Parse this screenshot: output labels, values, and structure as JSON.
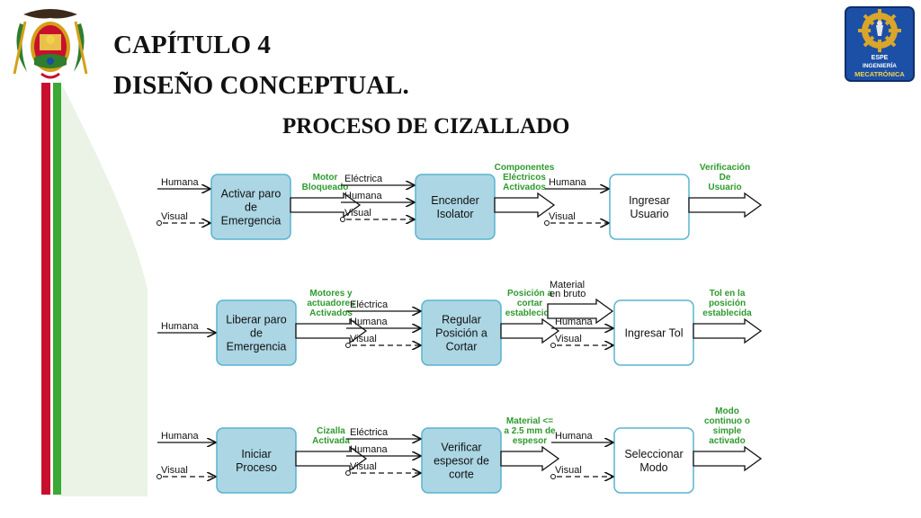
{
  "header": {
    "chapter": "CAPÍTULO 4",
    "subtitle": "DISEÑO CONCEPTUAL.",
    "section": "PROCESO DE CIZALLADO"
  },
  "logo_right": {
    "line1": "ESPE",
    "line2": "INGENIERÍA",
    "line3": "MECATRÓNICA"
  },
  "colors": {
    "stripe_red": "#c8102e",
    "stripe_green": "#3aa935",
    "box_blue": "#acd6e4",
    "box_border": "#5ab4d0",
    "output_green": "#2e9a2e"
  },
  "diagram": {
    "rows": [
      {
        "functions": [
          {
            "label": [
              "Activar paro",
              "de",
              "Emergencia"
            ],
            "style": "blue",
            "inputs": [
              {
                "label": "Humana",
                "kind": "solid"
              },
              {
                "label": "Visual",
                "kind": "dashed"
              }
            ],
            "output": [
              "Motor",
              "Bloqueado"
            ]
          },
          {
            "label": [
              "Encender",
              "Isolator"
            ],
            "style": "blue",
            "inputs": [
              {
                "label": "Eléctrica",
                "kind": "solid"
              },
              {
                "label": "Humana",
                "kind": "solid"
              },
              {
                "label": "Visual",
                "kind": "dashed"
              }
            ],
            "output": [
              "Componentes",
              "Eléctricos",
              "Activados"
            ]
          },
          {
            "label": [
              "Ingresar",
              "Usuario"
            ],
            "style": "white",
            "inputs": [
              {
                "label": "Humana",
                "kind": "solid"
              },
              {
                "label": "Visual",
                "kind": "dashed"
              }
            ],
            "output": [
              "Verificación",
              "De",
              "Usuario"
            ]
          }
        ]
      },
      {
        "functions": [
          {
            "label": [
              "Liberar paro",
              "de",
              "Emergencia"
            ],
            "style": "blue",
            "inputs": [
              {
                "label": "Humana",
                "kind": "solid"
              }
            ],
            "output": [
              "Motores y",
              "actuadores",
              "Activados"
            ]
          },
          {
            "label": [
              "Regular",
              "Posición a",
              "Cortar"
            ],
            "style": "blue",
            "inputs": [
              {
                "label": "Eléctrica",
                "kind": "solid"
              },
              {
                "label": "Humana",
                "kind": "solid"
              },
              {
                "label": "Visual",
                "kind": "dashed"
              }
            ],
            "output": [
              "Posición a",
              "cortar",
              "establecida"
            ]
          },
          {
            "label": [
              "Ingresar Tol"
            ],
            "style": "white",
            "inputs": [
              {
                "label": [
                  "Material",
                  "en bruto"
                ],
                "kind": "block"
              },
              {
                "label": "Humana",
                "kind": "solid"
              },
              {
                "label": "Visual",
                "kind": "dashed"
              }
            ],
            "output": [
              "Tol en la",
              "posición",
              "establecida"
            ]
          }
        ]
      },
      {
        "functions": [
          {
            "label": [
              "Iniciar",
              "Proceso"
            ],
            "style": "blue",
            "inputs": [
              {
                "label": "Humana",
                "kind": "solid"
              },
              {
                "label": "Visual",
                "kind": "dashed"
              }
            ],
            "output": [
              "Cizalla",
              "Activada"
            ]
          },
          {
            "label": [
              "Verificar",
              "espesor de",
              "corte"
            ],
            "style": "blue",
            "inputs": [
              {
                "label": "Eléctrica",
                "kind": "solid"
              },
              {
                "label": "Humana",
                "kind": "solid"
              },
              {
                "label": "Visual",
                "kind": "dashed"
              }
            ],
            "output": [
              "Material <=",
              "a 2.5 mm de",
              "espesor"
            ]
          },
          {
            "label": [
              "Seleccionar",
              "Modo"
            ],
            "style": "white",
            "inputs": [
              {
                "label": "Humana",
                "kind": "solid"
              },
              {
                "label": "Visual",
                "kind": "dashed"
              }
            ],
            "output": [
              "Modo",
              "continuo o",
              "simple",
              "activado"
            ]
          }
        ]
      }
    ]
  }
}
